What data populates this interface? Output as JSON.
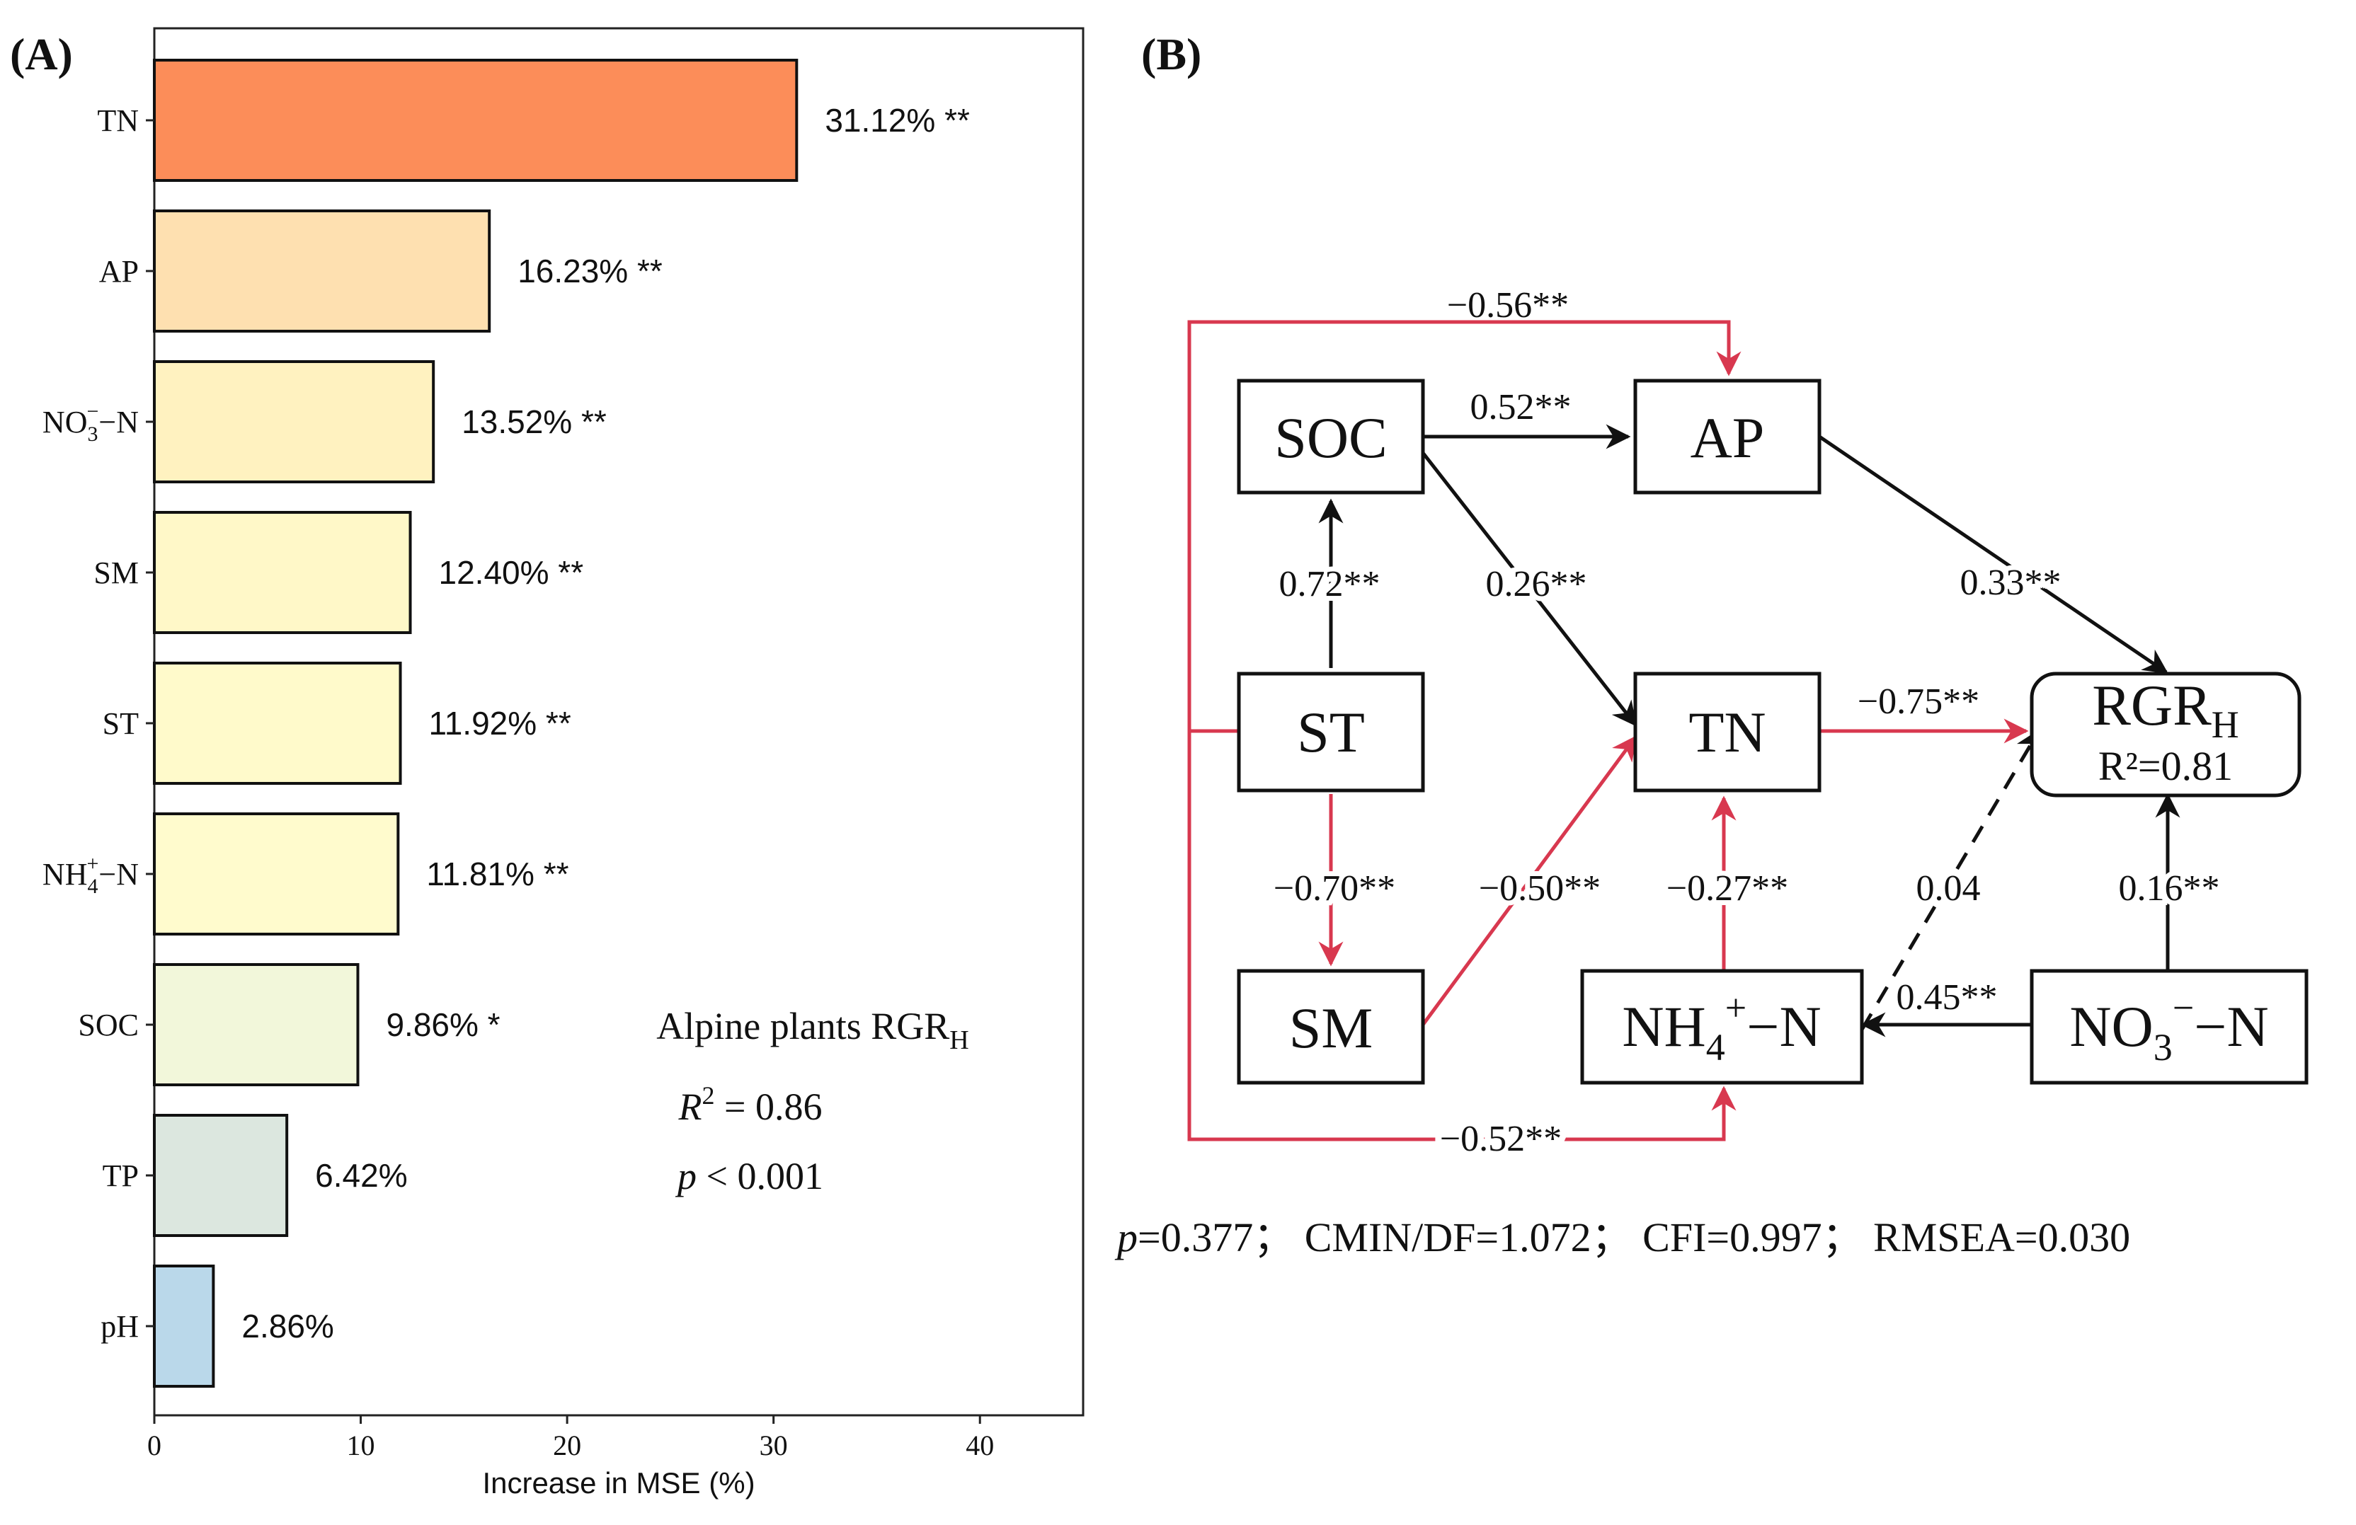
{
  "panel_a_label": "(A)",
  "panel_b_label": "(B)",
  "chart_data": {
    "type": "bar",
    "orientation": "horizontal",
    "categories": [
      "TN",
      "AP",
      "NO3−−N",
      "SM",
      "ST",
      "NH4+−N",
      "SOC",
      "TP",
      "pH"
    ],
    "category_labels": [
      {
        "main": "TN"
      },
      {
        "main": "AP"
      },
      {
        "main": "NO",
        "sub": "3",
        "sup": "−",
        "suffix": "−N"
      },
      {
        "main": "SM"
      },
      {
        "main": "ST"
      },
      {
        "main": "NH",
        "sub": "4",
        "sup": "+",
        "suffix": "−N"
      },
      {
        "main": "SOC"
      },
      {
        "main": "TP"
      },
      {
        "main": "pH"
      }
    ],
    "values": [
      31.12,
      16.23,
      13.52,
      12.4,
      11.92,
      11.81,
      9.86,
      6.42,
      2.86
    ],
    "data_labels": [
      "31.12% **",
      "16.23% **",
      "13.52% **",
      "12.40% **",
      "11.92% **",
      "11.81% **",
      "9.86% *",
      "6.42%",
      "2.86%"
    ],
    "colors": [
      "#fc8d59",
      "#fee0b0",
      "#fff2c0",
      "#fff8c8",
      "#fffacb",
      "#fffbcd",
      "#f2f7da",
      "#dce7df",
      "#bad8ea"
    ],
    "xlabel": "Increase in MSE (%)",
    "xlim": [
      0,
      45
    ],
    "xticks": [
      0,
      10,
      20,
      30,
      40
    ],
    "annotation": {
      "line1": "Alpine plants RGR",
      "line1_sub": "H",
      "r2_sym": "R",
      "r2_sup": "2",
      "r2_val": " = 0.86",
      "p_sym": "p",
      "p_val": " < 0.001"
    }
  },
  "diagram": {
    "nodes": {
      "SOC": "SOC",
      "AP": "AP",
      "ST": "ST",
      "TN": "TN",
      "SM": "SM",
      "RGR_main": "RGR",
      "RGR_sub": "H",
      "RGR_r2": "R²=0.81",
      "NH4_main": "NH",
      "NH4_sub": "4",
      "NH4_sup": "+",
      "NH4_suffix": "−N",
      "NO3_main": "NO",
      "NO3_sub": "3",
      "NO3_sup": "−",
      "NO3_suffix": "−N"
    },
    "coefficients": {
      "top_loop": "−0.56**",
      "soc_ap": "0.52**",
      "st_soc": "0.72**",
      "soc_tn": "0.26**",
      "ap_rgr": "0.33**",
      "tn_rgr": "−0.75**",
      "st_sm": "−0.70**",
      "sm_tn": "−0.50**",
      "nh4_tn": "−0.27**",
      "nh4_rgr": "0.04",
      "no3_rgr": "0.16**",
      "no3_nh4": "0.45**",
      "bottom_loop": "−0.52**"
    },
    "colors": {
      "positive": "#111111",
      "negative": "#d8384f"
    },
    "fit": {
      "p": "p",
      "rest": "=0.377；  CMIN/DF=1.072；  CFI=0.997；  RMSEA=0.030"
    }
  }
}
